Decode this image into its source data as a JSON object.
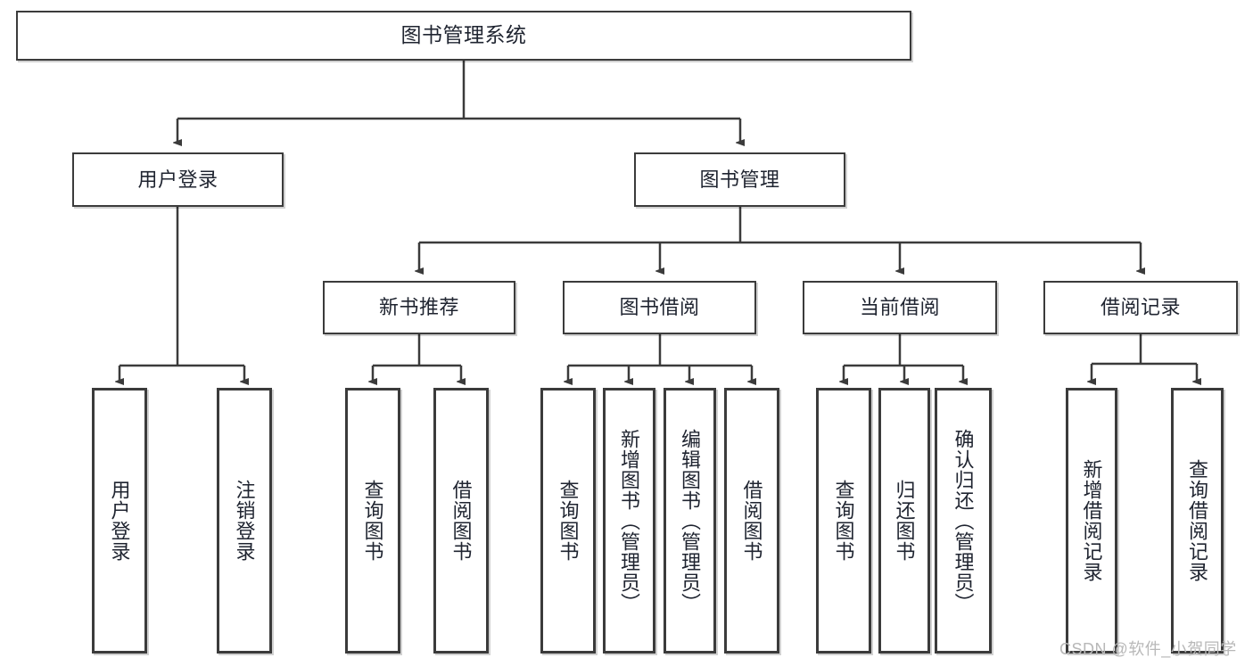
{
  "diagram": {
    "type": "tree-hierarchy",
    "title": "图书管理系统",
    "orientation": "top-down",
    "colors": {
      "box_border": "#3b3b3b",
      "box_fill": "#ffffff",
      "connector": "#3b3b3b",
      "text": "#1f2430",
      "watermark": "#b8b8b8",
      "background": "#ffffff"
    },
    "watermark": "CSDN @软件_小贺同学"
  },
  "nodes": {
    "root": {
      "label": "图书管理系统"
    },
    "level2": [
      {
        "label": "用户登录"
      },
      {
        "label": "图书管理"
      }
    ],
    "level3": [
      {
        "label": "新书推荐"
      },
      {
        "label": "图书借阅"
      },
      {
        "label": "当前借阅"
      },
      {
        "label": "借阅记录"
      }
    ],
    "leaves": [
      {
        "label": "用户登录"
      },
      {
        "label": "注销登录"
      },
      {
        "label": "查询图书"
      },
      {
        "label": "借阅图书"
      },
      {
        "label": "查询图书"
      },
      {
        "label": "新增图书（管理员）"
      },
      {
        "label": "编辑图书（管理员）"
      },
      {
        "label": "借阅图书"
      },
      {
        "label": "查询图书"
      },
      {
        "label": "归还图书"
      },
      {
        "label": "确认归还（管理员）"
      },
      {
        "label": "新增借阅记录"
      },
      {
        "label": "查询借阅记录"
      }
    ]
  },
  "hierarchy": {
    "图书管理系统": [
      "用户登录",
      "图书管理"
    ],
    "用户登录": [
      "用户登录",
      "注销登录"
    ],
    "图书管理": [
      "新书推荐",
      "图书借阅",
      "当前借阅",
      "借阅记录"
    ],
    "新书推荐": [
      "查询图书",
      "借阅图书"
    ],
    "图书借阅": [
      "查询图书",
      "新增图书（管理员）",
      "编辑图书（管理员）",
      "借阅图书"
    ],
    "当前借阅": [
      "查询图书",
      "归还图书",
      "确认归还（管理员）"
    ],
    "借阅记录": [
      "新增借阅记录",
      "查询借阅记录"
    ]
  }
}
